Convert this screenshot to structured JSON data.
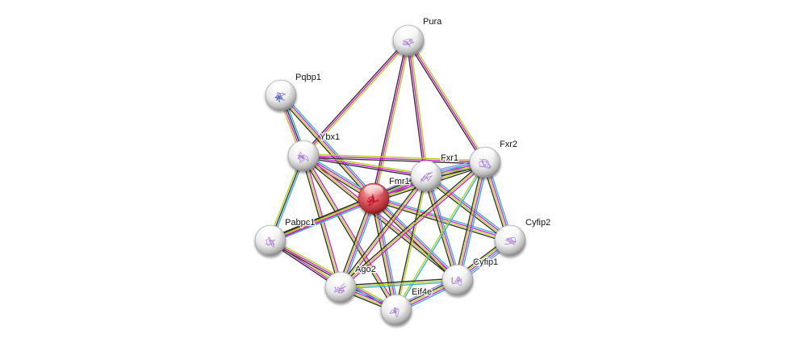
{
  "diagram": {
    "type": "protein-interaction-network",
    "query_protein": "Fmr1",
    "edge_colors": {
      "database": "#31b5d4",
      "experiment": "#d420d4",
      "textmining": "#b5d11a",
      "coexpression": "#333333",
      "homology": "#8f8fe0",
      "gene_fusion": "#d42020"
    },
    "node_colors": {
      "query": "#d4454a",
      "neighbor": "#e6e6e6"
    },
    "nodes": [
      {
        "id": "Pura",
        "label": "Pura",
        "query": false
      },
      {
        "id": "Pqbp1",
        "label": "Pqbp1",
        "query": false
      },
      {
        "id": "Ybx1",
        "label": "Ybx1",
        "query": false
      },
      {
        "id": "Fxr1",
        "label": "Fxr1",
        "query": false
      },
      {
        "id": "Fxr2",
        "label": "Fxr2",
        "query": false
      },
      {
        "id": "Fmr1",
        "label": "Fmr1",
        "query": true
      },
      {
        "id": "Pabpc1",
        "label": "Pabpc1",
        "query": false
      },
      {
        "id": "Cyfip2",
        "label": "Cyfip2",
        "query": false
      },
      {
        "id": "Cyfip1",
        "label": "Cyfip1",
        "query": false
      },
      {
        "id": "Ago2",
        "label": "Ago2",
        "query": false
      },
      {
        "id": "Eif4e",
        "label": "Eif4e",
        "query": false
      }
    ],
    "edges": [
      {
        "source": "Pura",
        "target": "Ybx1",
        "evidence": [
          "textmining",
          "experiment",
          "coexpression"
        ]
      },
      {
        "source": "Pura",
        "target": "Fmr1",
        "evidence": [
          "textmining",
          "experiment",
          "coexpression"
        ]
      },
      {
        "source": "Pura",
        "target": "Fxr1",
        "evidence": [
          "textmining",
          "experiment",
          "coexpression"
        ]
      },
      {
        "source": "Pura",
        "target": "Fxr2",
        "evidence": [
          "textmining",
          "experiment",
          "coexpression"
        ]
      },
      {
        "source": "Pqbp1",
        "target": "Ybx1",
        "evidence": [
          "database",
          "coexpression",
          "experiment",
          "textmining"
        ]
      },
      {
        "source": "Pqbp1",
        "target": "Fmr1",
        "evidence": [
          "database",
          "experiment",
          "textmining",
          "coexpression"
        ]
      },
      {
        "source": "Ybx1",
        "target": "Fxr1",
        "evidence": [
          "textmining",
          "experiment",
          "coexpression"
        ]
      },
      {
        "source": "Ybx1",
        "target": "Fxr2",
        "evidence": [
          "textmining",
          "experiment",
          "coexpression"
        ]
      },
      {
        "source": "Ybx1",
        "target": "Fmr1",
        "evidence": [
          "database",
          "experiment",
          "textmining",
          "coexpression"
        ]
      },
      {
        "source": "Ybx1",
        "target": "Pabpc1",
        "evidence": [
          "database",
          "coexpression",
          "textmining"
        ]
      },
      {
        "source": "Ybx1",
        "target": "Ago2",
        "evidence": [
          "experiment",
          "textmining",
          "coexpression"
        ]
      },
      {
        "source": "Ybx1",
        "target": "Eif4e",
        "evidence": [
          "experiment",
          "textmining",
          "coexpression"
        ]
      },
      {
        "source": "Ybx1",
        "target": "Cyfip1",
        "evidence": [
          "experiment",
          "textmining",
          "coexpression"
        ]
      },
      {
        "source": "Fmr1",
        "target": "Fxr1",
        "evidence": [
          "homology",
          "database",
          "experiment",
          "textmining",
          "coexpression"
        ]
      },
      {
        "source": "Fmr1",
        "target": "Fxr2",
        "evidence": [
          "homology",
          "database",
          "experiment",
          "textmining",
          "coexpression"
        ]
      },
      {
        "source": "Fmr1",
        "target": "Pabpc1",
        "evidence": [
          "database",
          "experiment",
          "textmining",
          "coexpression"
        ]
      },
      {
        "source": "Fmr1",
        "target": "Cyfip2",
        "evidence": [
          "database",
          "experiment",
          "textmining",
          "coexpression"
        ]
      },
      {
        "source": "Fmr1",
        "target": "Cyfip1",
        "evidence": [
          "database",
          "experiment",
          "textmining",
          "coexpression"
        ]
      },
      {
        "source": "Fmr1",
        "target": "Ago2",
        "evidence": [
          "database",
          "experiment",
          "textmining",
          "coexpression"
        ]
      },
      {
        "source": "Fmr1",
        "target": "Eif4e",
        "evidence": [
          "database",
          "experiment",
          "textmining",
          "coexpression"
        ]
      },
      {
        "source": "Fxr1",
        "target": "Fxr2",
        "evidence": [
          "homology",
          "database",
          "experiment",
          "textmining",
          "coexpression"
        ]
      },
      {
        "source": "Fxr1",
        "target": "Pabpc1",
        "evidence": [
          "experiment",
          "textmining",
          "coexpression"
        ]
      },
      {
        "source": "Fxr1",
        "target": "Cyfip2",
        "evidence": [
          "database",
          "experiment",
          "textmining",
          "coexpression"
        ]
      },
      {
        "source": "Fxr1",
        "target": "Cyfip1",
        "evidence": [
          "database",
          "experiment",
          "textmining",
          "coexpression"
        ]
      },
      {
        "source": "Fxr1",
        "target": "Ago2",
        "evidence": [
          "experiment",
          "textmining",
          "coexpression"
        ]
      },
      {
        "source": "Fxr1",
        "target": "Eif4e",
        "evidence": [
          "textmining",
          "coexpression"
        ]
      },
      {
        "source": "Fxr2",
        "target": "Cyfip2",
        "evidence": [
          "database",
          "experiment",
          "textmining",
          "coexpression"
        ]
      },
      {
        "source": "Fxr2",
        "target": "Cyfip1",
        "evidence": [
          "database",
          "experiment",
          "textmining",
          "coexpression"
        ]
      },
      {
        "source": "Fxr2",
        "target": "Ago2",
        "evidence": [
          "experiment",
          "textmining",
          "coexpression"
        ]
      },
      {
        "source": "Fxr2",
        "target": "Eif4e",
        "evidence": [
          "database",
          "textmining"
        ]
      },
      {
        "source": "Pabpc1",
        "target": "Ago2",
        "evidence": [
          "textmining",
          "experiment",
          "coexpression"
        ]
      },
      {
        "source": "Pabpc1",
        "target": "Eif4e",
        "evidence": [
          "textmining",
          "experiment",
          "coexpression"
        ]
      },
      {
        "source": "Cyfip2",
        "target": "Cyfip1",
        "evidence": [
          "homology",
          "database",
          "experiment",
          "textmining",
          "coexpression"
        ]
      },
      {
        "source": "Cyfip1",
        "target": "Ago2",
        "evidence": [
          "database",
          "textmining",
          "coexpression"
        ]
      },
      {
        "source": "Cyfip1",
        "target": "Eif4e",
        "evidence": [
          "database",
          "experiment",
          "textmining",
          "coexpression",
          "homology"
        ]
      },
      {
        "source": "Ago2",
        "target": "Eif4e",
        "evidence": [
          "database",
          "experiment",
          "textmining",
          "coexpression"
        ]
      }
    ]
  }
}
